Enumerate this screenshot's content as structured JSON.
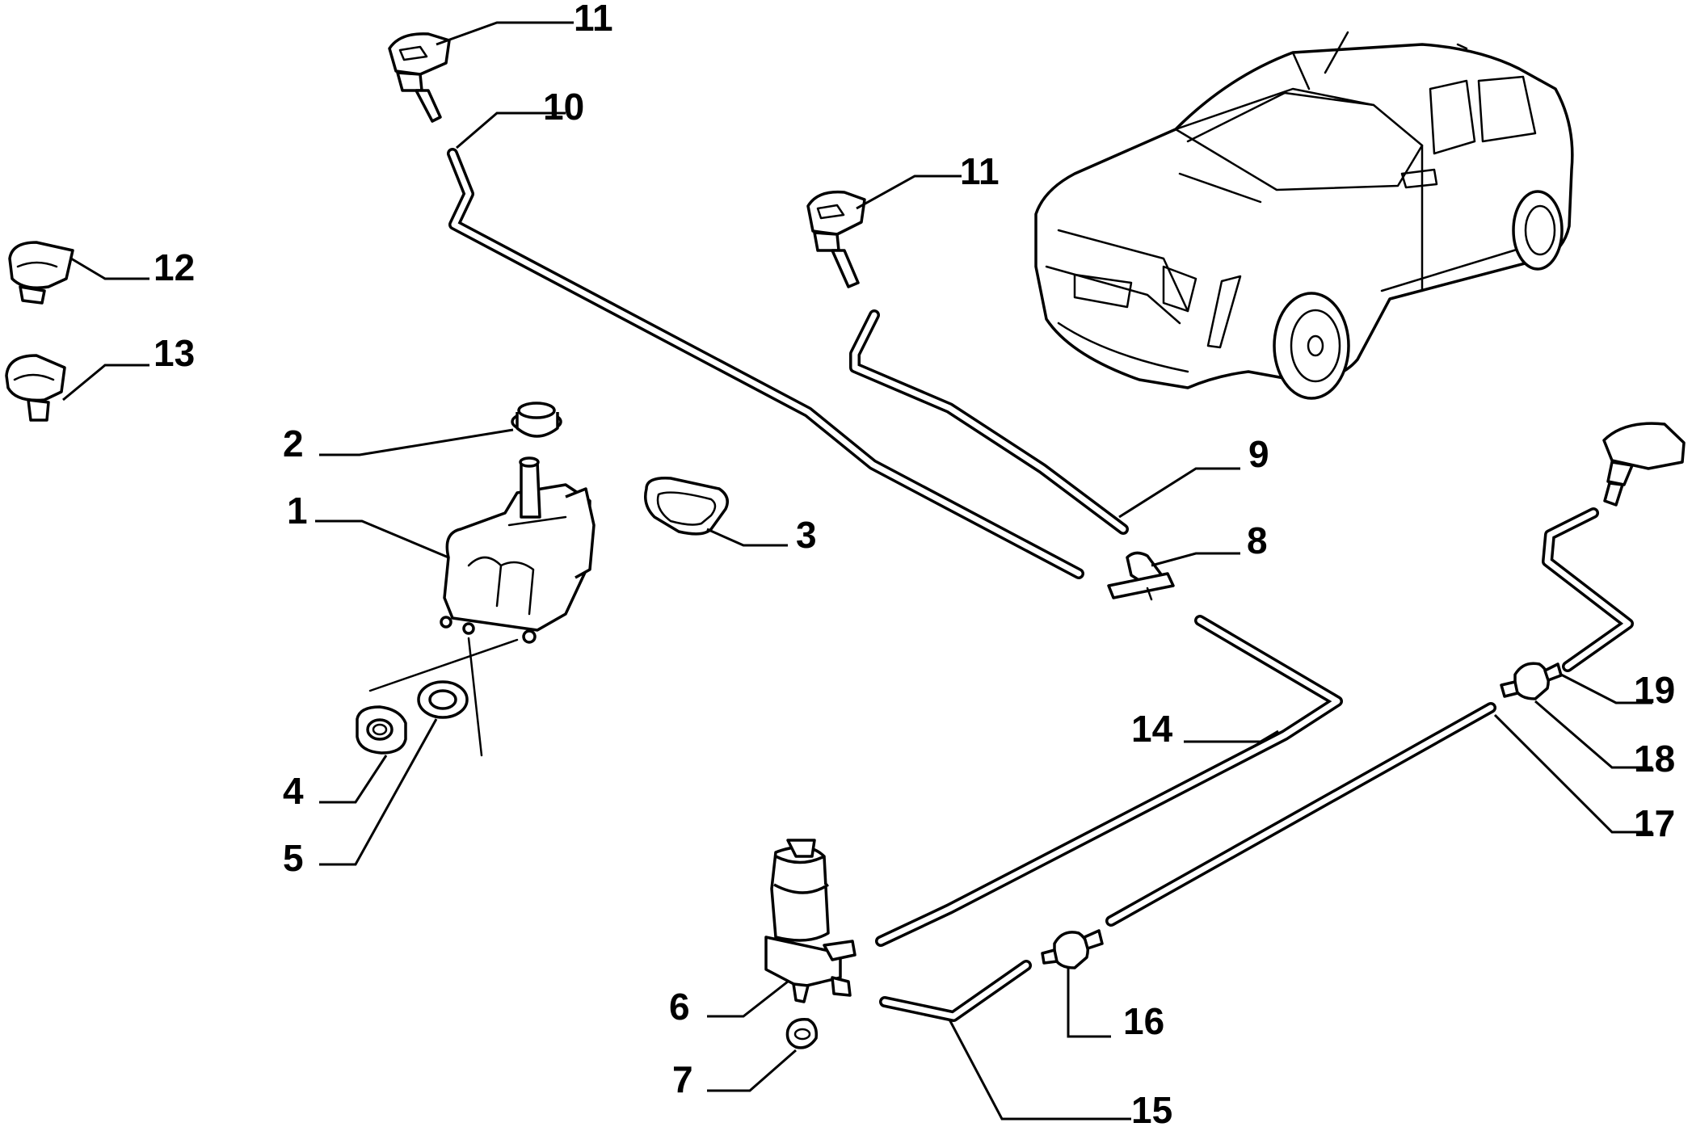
{
  "callouts": {
    "c1": "1",
    "c2": "2",
    "c3": "3",
    "c4": "4",
    "c5": "5",
    "c6": "6",
    "c7": "7",
    "c8": "8",
    "c9": "9",
    "c10": "10",
    "c11a": "11",
    "c11b": "11",
    "c12": "12",
    "c13": "13",
    "c14": "14",
    "c15": "15",
    "c16": "16",
    "c17": "17",
    "c18": "18",
    "c19": "19"
  },
  "colors": {
    "line": "#000000",
    "background": "#ffffff"
  }
}
